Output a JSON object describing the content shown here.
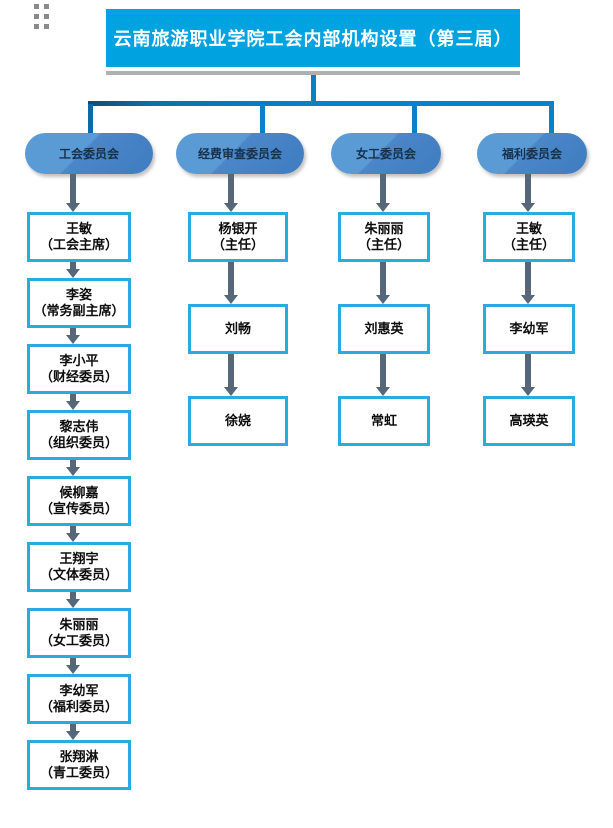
{
  "header": {
    "title": "云南旅游职业学院工会内部机构设置（第三届）"
  },
  "colors": {
    "banner": "#00a3e0",
    "box_border": "#29abe2",
    "pill_fill": "#5b9bd5",
    "connector": "#0a80c8",
    "arrow": "#56677a"
  },
  "columns": [
    {
      "committee": "工会委员会",
      "members": [
        {
          "name": "王敏",
          "role": "（工会主席）"
        },
        {
          "name": "李姿",
          "role": "（常务副主席）"
        },
        {
          "name": "李小平",
          "role": "（财经委员）"
        },
        {
          "name": "黎志伟",
          "role": "（组织委员）"
        },
        {
          "name": "候柳嘉",
          "role": "（宣传委员）"
        },
        {
          "name": "王翔宇",
          "role": "（文体委员）"
        },
        {
          "name": "朱丽丽",
          "role": "（女工委员）"
        },
        {
          "name": "李幼军",
          "role": "（福利委员）"
        },
        {
          "name": "张翔淋",
          "role": "（青工委员）"
        }
      ]
    },
    {
      "committee": "经费审查委员会",
      "members": [
        {
          "name": "杨银开",
          "role": "（主任）"
        },
        {
          "name": "刘畅",
          "role": ""
        },
        {
          "name": "徐娆",
          "role": ""
        }
      ]
    },
    {
      "committee": "女工委员会",
      "members": [
        {
          "name": "朱丽丽",
          "role": "（主任）"
        },
        {
          "name": "刘惠英",
          "role": ""
        },
        {
          "name": "常虹",
          "role": ""
        }
      ]
    },
    {
      "committee": "福利委员会",
      "members": [
        {
          "name": "王敏",
          "role": "（主任）"
        },
        {
          "name": "李幼军",
          "role": ""
        },
        {
          "name": "高瑛英",
          "role": ""
        }
      ]
    }
  ]
}
